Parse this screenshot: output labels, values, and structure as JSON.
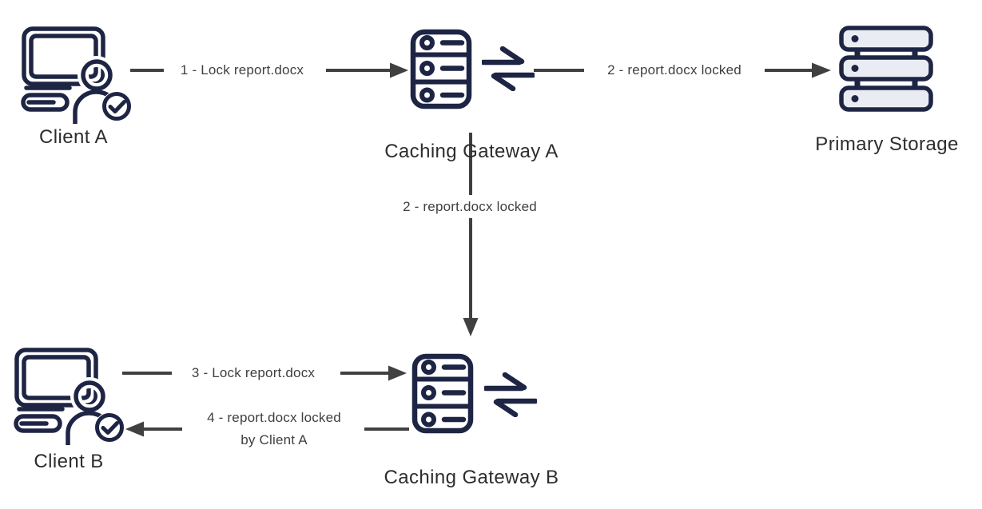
{
  "diagram": {
    "nodes": {
      "client_a": {
        "label": "Client A",
        "icon": "client-computer-user-check-icon"
      },
      "gateway_a": {
        "label": "Caching Gateway A",
        "icon": "server-rack-icon,sync-arrows-icon"
      },
      "primary_storage": {
        "label": "Primary Storage",
        "icon": "storage-stack-icon"
      },
      "client_b": {
        "label": "Client B",
        "icon": "client-computer-user-check-icon"
      },
      "gateway_b": {
        "label": "Caching Gateway B",
        "icon": "server-rack-icon,sync-arrows-icon"
      }
    },
    "edges": {
      "e1": {
        "from": "Client A",
        "to": "Caching Gateway A",
        "label": "1 - Lock report.docx"
      },
      "e2_storage": {
        "from": "Caching Gateway A",
        "to": "Primary Storage",
        "label": "2 - report.docx locked"
      },
      "e2_gateway": {
        "from": "Caching Gateway A",
        "to": "Caching Gateway B",
        "label": "2 - report.docx locked"
      },
      "e3": {
        "from": "Client B",
        "to": "Caching Gateway B",
        "label": "3 - Lock report.docx"
      },
      "e4": {
        "from": "Caching Gateway B",
        "to": "Client B",
        "label_line1": "4 - report.docx locked",
        "label_line2": "by Client A"
      }
    }
  },
  "colors": {
    "icon": "#1e2544",
    "arrow": "#404040",
    "node_label": "#2d2d2d",
    "edge_label": "#3f3f3f",
    "storage_fill": "#e9ecf2",
    "background": "#ffffff"
  }
}
